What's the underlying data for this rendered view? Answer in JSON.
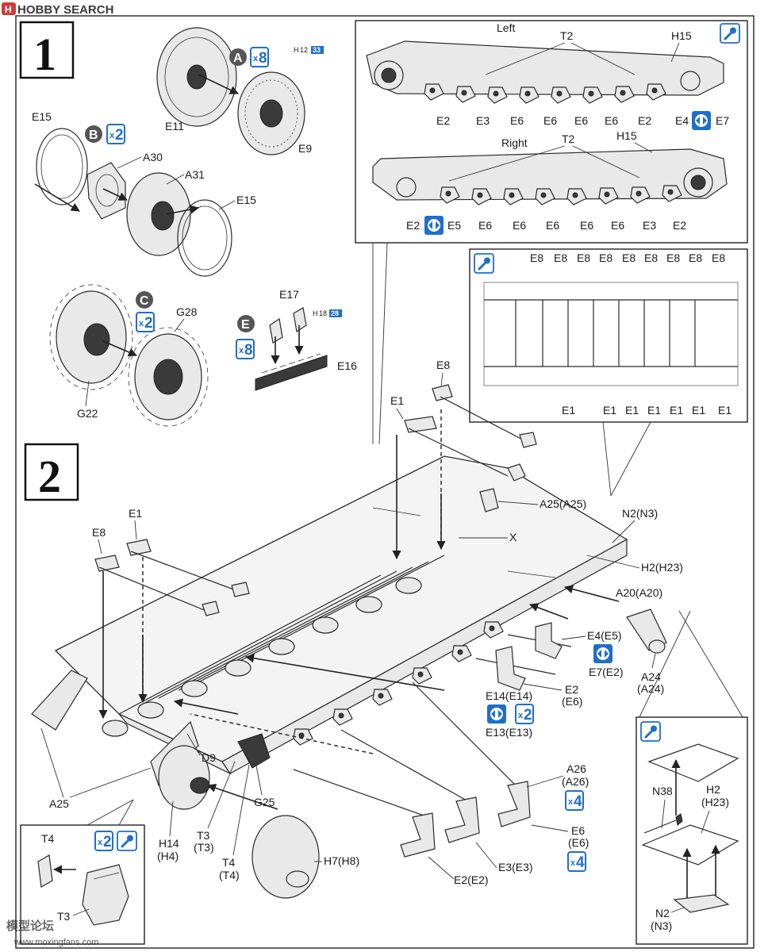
{
  "watermark": {
    "top": "HOBBY SEARCH",
    "bottom_cn": "模型论坛",
    "bottom_url": "www.moxingfans.com"
  },
  "steps": {
    "step1": "1",
    "step2": "2"
  },
  "step1": {
    "subA": {
      "letter": "A",
      "mult": "8",
      "ref_h": "H",
      "ref_a": "12",
      "ref_b": "33",
      "parts": [
        "E11",
        "E9"
      ]
    },
    "subB": {
      "letter": "B",
      "mult": "2",
      "parts": [
        "E15",
        "A30",
        "A31",
        "E15"
      ]
    },
    "subC": {
      "letter": "C",
      "mult": "2",
      "parts": [
        "G28",
        "G22"
      ]
    },
    "subE": {
      "letter": "E",
      "mult": "8",
      "ref_h": "H",
      "ref_a": "18",
      "ref_b": "28",
      "parts": [
        "E17",
        "E16"
      ]
    }
  },
  "inset_sides": {
    "left_title": "Left",
    "right_title": "Right",
    "left_top_labels": [
      "T2",
      "H15"
    ],
    "left_bottom_labels": [
      "E2",
      "E3",
      "E6",
      "E6",
      "E6",
      "E6",
      "E2",
      "E4",
      "E7"
    ],
    "right_top_labels": [
      "T2",
      "H15"
    ],
    "right_bottom_labels": [
      "E2",
      "E5",
      "E6",
      "E6",
      "E6",
      "E6",
      "E6",
      "E3",
      "E2"
    ]
  },
  "inset_top": {
    "top_labels": [
      "E8",
      "E8",
      "E8",
      "E8",
      "E8",
      "E8",
      "E8",
      "E8",
      "E8"
    ],
    "bottom_labels": [
      "E1",
      "E1",
      "E1",
      "E1",
      "E1",
      "E1",
      "E1"
    ]
  },
  "step2": {
    "labels": {
      "e8_top": "E8",
      "e1_top": "E1",
      "a25_top": "A25(A25)",
      "x": "X",
      "n2": "N2(N3)",
      "h2": "H2(H23)",
      "a20": "A20(A20)",
      "e4": "E4(E5)",
      "e7": "E7(E2)",
      "a24a": "A24",
      "a24b": "(A24)",
      "e2a": "E2",
      "e2b": "(E6)",
      "e14": "E14(E14)",
      "e13": "E13(E13)",
      "mult_e14": "2",
      "e8_left": "E8",
      "e1_left": "E1",
      "d9": "D9",
      "a25_left": "A25",
      "g25": "G25",
      "h14a": "H14",
      "h14b": "(H4)",
      "t3a": "T3",
      "t3b": "(T3)",
      "t4a": "T4",
      "t4b": "(T4)",
      "h7": "H7(H8)",
      "a26a": "A26",
      "a26b": "(A26)",
      "mult_a26": "4",
      "e6a": "E6",
      "e6b": "(E6)",
      "mult_e6": "4",
      "e3": "E3(E3)",
      "e2bottom": "E2(E2)"
    }
  },
  "inset_t": {
    "mult": "2",
    "t4": "T4",
    "t3": "T3"
  },
  "inset_n": {
    "h2a": "H2",
    "h2b": "(H23)",
    "n38": "N38",
    "n2a": "N2",
    "n2b": "(N3)"
  },
  "colors": {
    "accent": "#1f6fc9",
    "badge": "#555555",
    "ink": "#1a1a1a"
  }
}
